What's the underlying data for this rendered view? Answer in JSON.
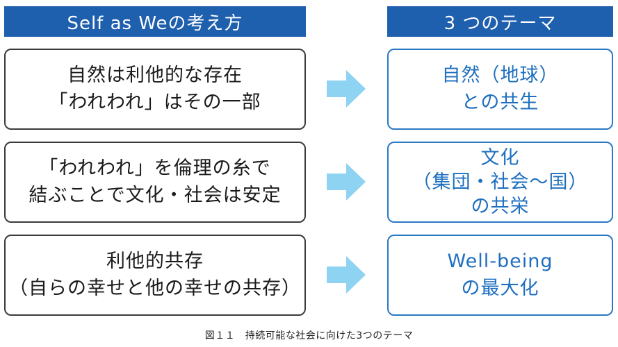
{
  "headers": {
    "left": "Self as Weの考え方",
    "right": "3 つのテーマ"
  },
  "rows": [
    {
      "left_lines": [
        "自然は利他的な存在",
        "「われわれ」はその一部"
      ],
      "right_lines": [
        "自然（地球）",
        "との共生"
      ]
    },
    {
      "left_lines": [
        "「われわれ」を倫理の糸で",
        "結ぶことで文化・社会は安定"
      ],
      "right_lines": [
        "文化",
        "（集団・社会～国）",
        "の共栄"
      ]
    },
    {
      "left_lines": [
        "利他的共存",
        "（自らの幸せと他の幸せの共存）"
      ],
      "right_lines": [
        "Well-being",
        "の最大化"
      ]
    }
  ],
  "caption": "図１１　持続可能な社会に向けた3つのテーマ",
  "colors": {
    "header_bg": "#1e5fae",
    "header_text": "#ffffff",
    "left_border": "#3a3a3a",
    "right_border": "#2a78c3",
    "right_text": "#1e6fbf",
    "arrow": "#8fd3f2"
  }
}
